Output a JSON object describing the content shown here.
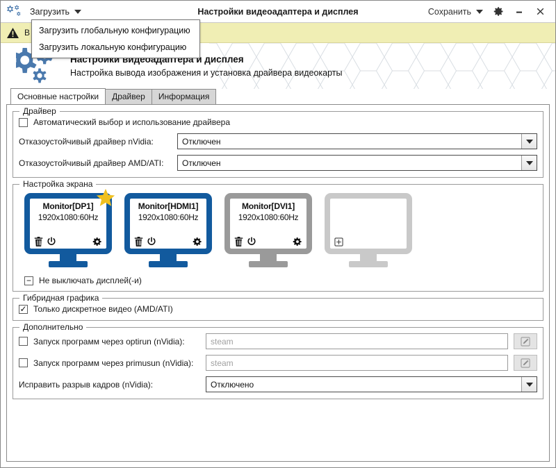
{
  "window": {
    "title": "Настройки видеоадаптера и дисплея",
    "app_icon": "gears-icon"
  },
  "titlebar": {
    "load_menu_label": "Загрузить",
    "save_menu_label": "Сохранить",
    "settings_icon": "gear-icon",
    "minimize_icon": "minimize-icon",
    "close_icon": "close-icon"
  },
  "dropdown": {
    "items": [
      {
        "label": "Загрузить глобальную конфигурацию"
      },
      {
        "label": "Загрузить локальную конфигурацию"
      }
    ]
  },
  "warning": {
    "icon": "warning-triangle-icon",
    "text": "В"
  },
  "banner": {
    "icon": "gears-icon",
    "title": "Настройки видеоадаптера и дисплея",
    "subtitle": "Настройка вывода изображения и установка драйвера видеокарты"
  },
  "tabs": [
    {
      "label": "Основные настройки",
      "active": true
    },
    {
      "label": "Драйвер",
      "active": false
    },
    {
      "label": "Информация",
      "active": false
    }
  ],
  "driver_group": {
    "legend": "Драйвер",
    "auto_checkbox": {
      "label": "Автоматический выбор и использование драйвера",
      "state": "unchecked"
    },
    "nvidia": {
      "label": "Отказоустойчивый драйвер nVidia:",
      "value": "Отключен"
    },
    "amd": {
      "label": "Отказоустойчивый драйвер AMD/ATI:",
      "value": "Отключен"
    }
  },
  "screen_group": {
    "legend": "Настройка экрана",
    "monitors": [
      {
        "name": "Monitor[DP1]",
        "mode": "1920x1080:60Hz",
        "style": "blue",
        "primary": true,
        "badge_icon": "star-icon",
        "icons": [
          "trash-icon",
          "power-icon",
          "gear-icon"
        ]
      },
      {
        "name": "Monitor[HDMI1]",
        "mode": "1920x1080:60Hz",
        "style": "blue",
        "primary": false,
        "icons": [
          "trash-icon",
          "power-icon",
          "gear-icon"
        ]
      },
      {
        "name": "Monitor[DVI1]",
        "mode": "1920x1080:60Hz",
        "style": "grey",
        "primary": false,
        "icons": [
          "trash-icon",
          "power-icon",
          "gear-icon"
        ]
      },
      {
        "name": "",
        "mode": "",
        "style": "empty",
        "primary": false,
        "icons": [
          "plus-icon"
        ]
      }
    ],
    "no_blank_checkbox": {
      "label": "Не выключать дисплей(-и)",
      "state": "indeterminate"
    }
  },
  "hybrid_group": {
    "legend": "Гибридная графика",
    "discrete_checkbox": {
      "label": "Только дискретное видео (AMD/ATI)",
      "state": "checked"
    }
  },
  "extra_group": {
    "legend": "Дополнительно",
    "optirun": {
      "label": "Запуск программ через optirun (nVidia):",
      "state": "unchecked",
      "placeholder": "steam",
      "value": "",
      "edit_icon": "pencil-icon"
    },
    "primusrun": {
      "label": "Запуск программ через primusun (nVidia):",
      "state": "unchecked",
      "placeholder": "steam",
      "value": "",
      "edit_icon": "pencil-icon"
    },
    "tearfix": {
      "label": "Исправить разрыв кадров (nVidia):",
      "value": "Отключено"
    }
  },
  "colors": {
    "accent_blue": "#125a9e",
    "warning_bg": "#f0eeb4",
    "star_gold": "#f0c020",
    "monitor_grey": "#9a9a9a",
    "monitor_empty": "#c9c9c9"
  }
}
